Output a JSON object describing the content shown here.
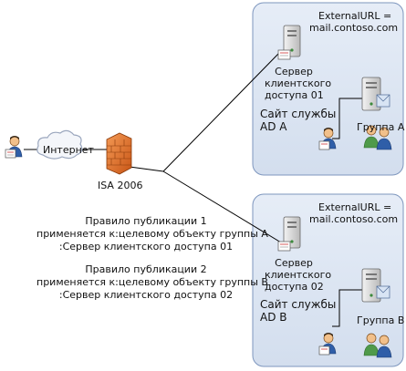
{
  "internet": {
    "label": "Интернет"
  },
  "firewall": {
    "label": "ISA 2006"
  },
  "site_a": {
    "external_url_line1": "ExternalURL =",
    "external_url_line2": "mail.contoso.com",
    "server_line1": "Сервер",
    "server_line2": "клиентского",
    "server_line3": "доступа 01",
    "ad_site_line1": "Сайт службы",
    "ad_site_line2": "AD A",
    "group_label": "Группа A"
  },
  "site_b": {
    "external_url_line1": "ExternalURL =",
    "external_url_line2": "mail.contoso.com",
    "server_line1": "Сервер",
    "server_line2": "клиентского",
    "server_line3": "доступа 02",
    "ad_site_line1": "Сайт службы",
    "ad_site_line2": "AD B",
    "group_label": "Группа B"
  },
  "rule1": {
    "line1": "Правило публикации 1",
    "line2": "применяется к:целевому объекту группы A",
    "line3": ":Сервер клиентского доступа 01"
  },
  "rule2": {
    "line1": "Правило публикации 2",
    "line2": "применяется к:целевому объекту группы B",
    "line3": ":Сервер клиентского доступа 02"
  },
  "colors": {
    "site_fill": "#dde6f3",
    "site_stroke": "#7e96be",
    "firewall": "#e8742a",
    "cloud_fill": "#f4f6fa",
    "cloud_stroke": "#9aa6bd",
    "line": "#000000"
  }
}
